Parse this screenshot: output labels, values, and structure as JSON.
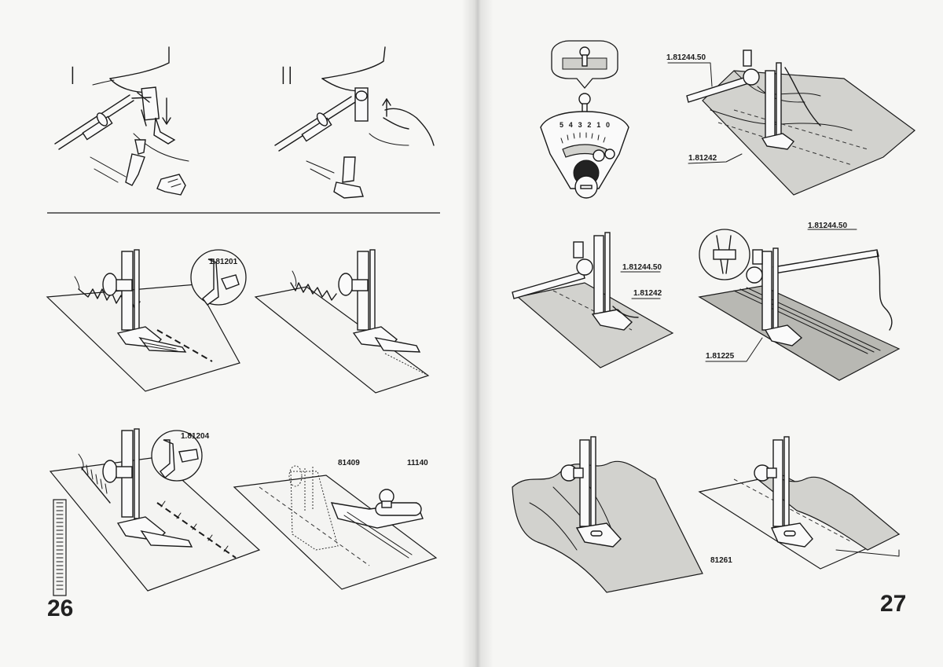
{
  "left_page": {
    "page_number": "26",
    "figure_labels": {
      "step_one": "I",
      "step_two": "II"
    },
    "part_numbers": {
      "zigzag_foot": "1.81201",
      "stitch_foot": "1.81204",
      "edge_guide_foot": "81409",
      "edge_guide": "11140"
    }
  },
  "right_page": {
    "page_number": "27",
    "dial_numbers": [
      "5",
      "4",
      "3",
      "2",
      "1",
      "0"
    ],
    "part_numbers": {
      "quilting_guide_top": "1.81244.50",
      "quilting_foot_top": "1.81242",
      "quilting_guide_mid": "1.81244.50",
      "quilting_foot_mid": "1.81242",
      "cording_guide": "1.81244.50",
      "cording_foot": "1.81225",
      "ruffler_foot": "81261"
    }
  }
}
